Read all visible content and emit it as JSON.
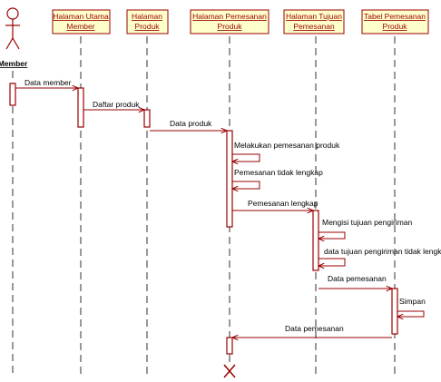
{
  "actor": {
    "label": "Member",
    "icon": "stick-figure-icon"
  },
  "objects": [
    {
      "line1": "Halaman Utama",
      "line2": "Member"
    },
    {
      "line1": "Halaman",
      "line2": "Produk"
    },
    {
      "line1": "Halaman Pemesanan",
      "line2": "Produk"
    },
    {
      "line1": "Halaman Tujuan",
      "line2": "Pemesanan"
    },
    {
      "line1": "Tabel Pemesanan",
      "line2": "Produk"
    }
  ],
  "messages": [
    "Data member",
    "Daftar produk",
    "Data produk",
    "Melakukan pemesanan produk",
    "Pemesanan tidak lengkap",
    "Pemesanan lengkap",
    "Mengisi tujuan pengiriman",
    "data tujuan pengiriman tidak lengkap",
    "Data pemesanan",
    "Simpan",
    "Data pemesanan"
  ],
  "colors": {
    "accent": "#990000",
    "box_fill": "#ffffcc"
  }
}
